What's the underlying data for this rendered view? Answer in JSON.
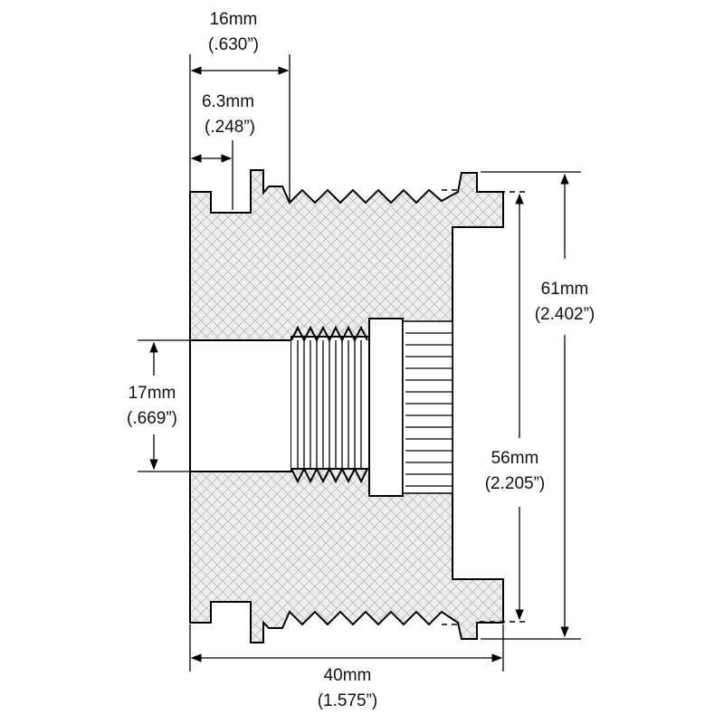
{
  "dimensions": {
    "width_total": {
      "metric": "16mm",
      "imperial": "(.630”)"
    },
    "groove": {
      "metric": "6.3mm",
      "imperial": "(.248”)"
    },
    "outer_diameter": {
      "metric": "61mm",
      "imperial": "(2.402”)"
    },
    "bore": {
      "metric": "17mm",
      "imperial": "(.669”)"
    },
    "flange_diameter": {
      "metric": "56mm",
      "imperial": "(2.205”)"
    },
    "overall_length": {
      "metric": "40mm",
      "imperial": "(1.575”)"
    }
  }
}
